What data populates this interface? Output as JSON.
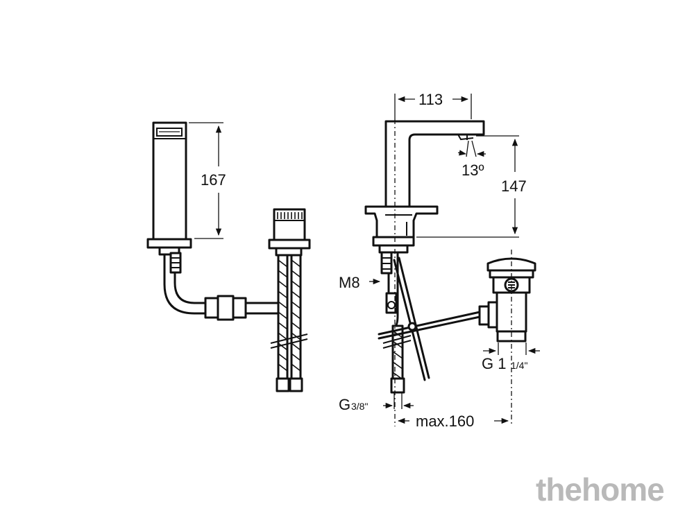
{
  "dimensions": {
    "height_side": "167",
    "spout_reach": "113",
    "spout_angle": "13º",
    "spout_height": "147",
    "bolt": "M8",
    "hose_thread_prefix": "G",
    "hose_thread_fraction": "3/8\"",
    "waste_thread_prefix": "G 1",
    "waste_thread_fraction": "1/4\"",
    "waste_distance": "max.160"
  },
  "watermark": "thehome"
}
